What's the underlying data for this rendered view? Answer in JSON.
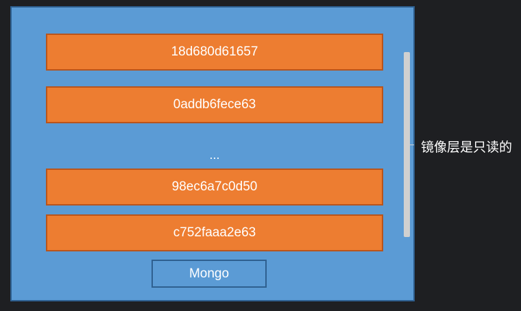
{
  "layers": [
    {
      "label": "18d680d61657"
    },
    {
      "label": "0addb6fece63"
    },
    {
      "label": "98ec6a7c0d50"
    },
    {
      "label": "c752faaa2e63"
    }
  ],
  "ellipsis": "...",
  "base_image": "Mongo",
  "annotation": "镜像层是只读的",
  "colors": {
    "background": "#1e1f22",
    "container": "#5b9bd5",
    "layer": "#ed7d31",
    "layer_border": "#b8541c",
    "bracket": "#d0d0d0"
  }
}
